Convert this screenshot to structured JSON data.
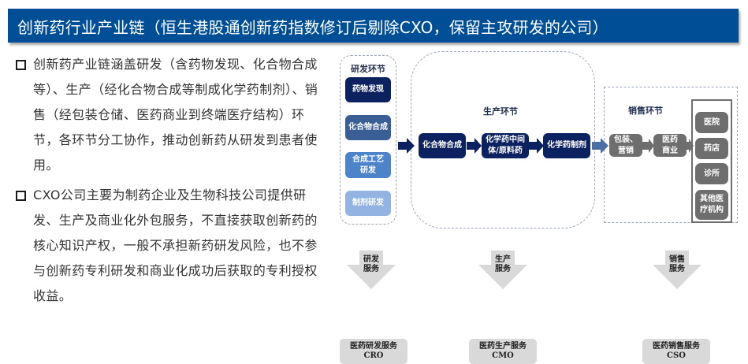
{
  "title": "创新药行业产业链（恒生港股通创新药指数修订后剔除CXO，保留主攻研发的公司）",
  "bullets": [
    "创新药产业链涵盖研发（含药物发现、化合物合成等）、生产（经化合物合成等制成化学药制剂）、销售（经包装仓储、医药商业到终端医疗结构）环节，各环节分工协作，推动创新药从研发到患者使用。",
    "CXO公司主要为制药企业及生物科技公司提供研发、生产及商业化外包服务，不直接获取创新药的核心知识产权，一般不承担新药研发风险，也不参与创新药专利研发和商业化成功后获取的专利授权收益。"
  ],
  "diagram": {
    "rd_stage": {
      "label": "研发环节",
      "steps": [
        "药物发现",
        "化合物合成",
        "合成工艺研发",
        "制剂研发"
      ]
    },
    "production_stage": {
      "label": "生产环节",
      "steps": [
        "化合物合成",
        "化学药中间体/原料药",
        "化学药制剂"
      ]
    },
    "sales_stage": {
      "label": "销售环节",
      "steps": [
        "包装、营销",
        "医药商业"
      ],
      "outlets": [
        "医院",
        "药店",
        "诊所",
        "其他医疗机构"
      ]
    },
    "services": [
      {
        "arrow_label": "研发服务",
        "name": "医药研发服务",
        "abbr": "CRO"
      },
      {
        "arrow_label": "生产服务",
        "name": "医药生产服务",
        "abbr": "CMO"
      },
      {
        "arrow_label": "销售服务",
        "name": "医药销售服务",
        "abbr": "CSO"
      }
    ]
  }
}
